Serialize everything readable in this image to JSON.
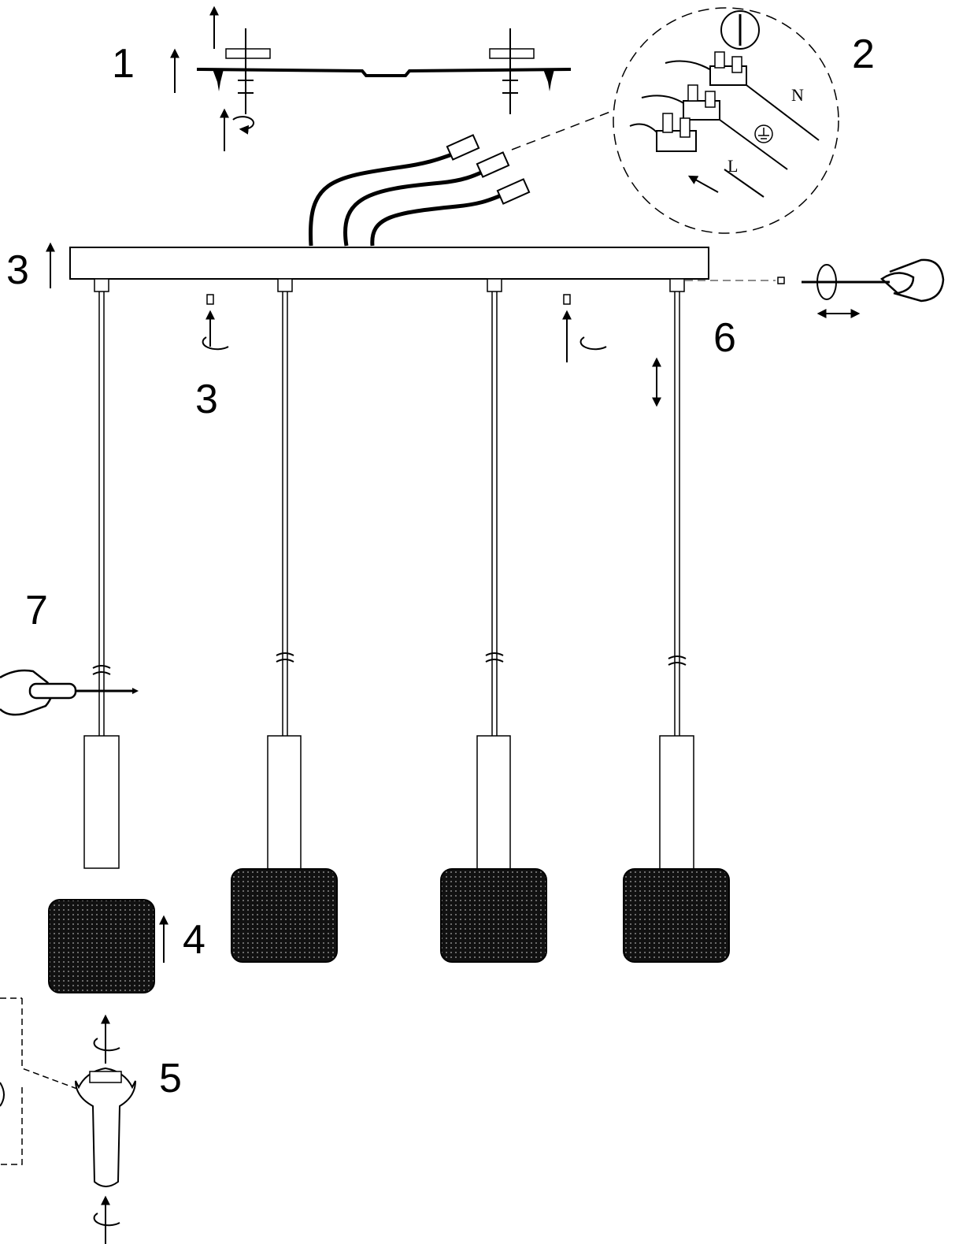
{
  "steps": {
    "s1": "1",
    "s2": "2",
    "s3_canopy": "3",
    "s3_screw": "3",
    "s4": "4",
    "s5": "5",
    "s6": "6",
    "s7": "7"
  },
  "wiring": {
    "neutral": "N",
    "live": "L",
    "earth_icon": "ground-icon"
  },
  "colors": {
    "line": "#000000",
    "shade": "#111111",
    "background": "#ffffff"
  }
}
